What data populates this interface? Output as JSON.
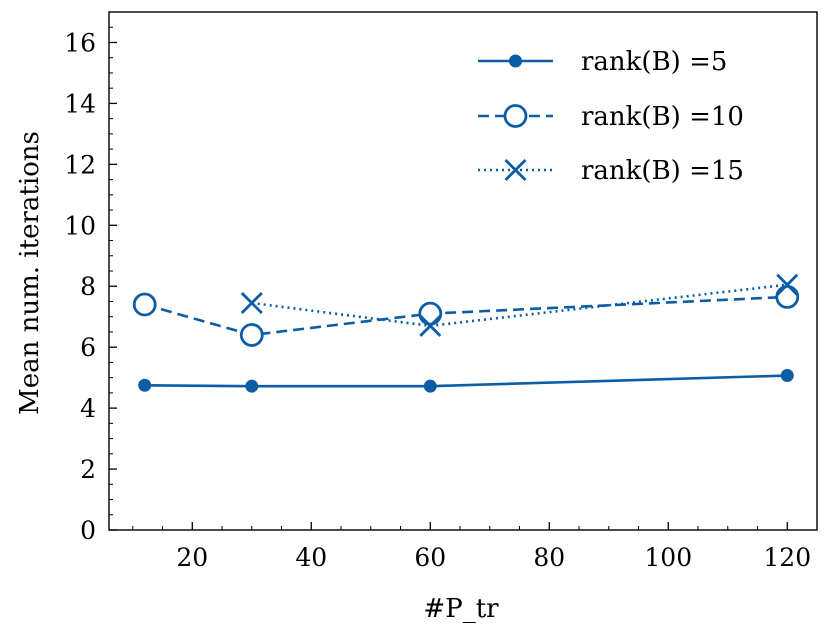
{
  "chart_data": {
    "type": "line",
    "xlabel": "#P_tr",
    "ylabel": "Mean num. iterations",
    "xlim": [
      6,
      125
    ],
    "ylim": [
      0,
      17
    ],
    "x_ticks": [
      20,
      40,
      60,
      80,
      100,
      120
    ],
    "y_ticks": [
      0,
      2,
      4,
      6,
      8,
      10,
      12,
      14,
      16
    ],
    "grid": false,
    "legend_position": "top-right",
    "color": "#0C5DA5",
    "series": [
      {
        "name": "rank(B) =5",
        "marker": "filled-circle",
        "linestyle": "solid",
        "x": [
          12,
          30,
          60,
          120
        ],
        "values": [
          4.75,
          4.72,
          4.72,
          5.07
        ]
      },
      {
        "name": "rank(B) =10",
        "marker": "open-circle",
        "linestyle": "dashed",
        "x": [
          12,
          30,
          60,
          120
        ],
        "values": [
          7.4,
          6.4,
          7.1,
          7.65
        ]
      },
      {
        "name": "rank(B) =15",
        "marker": "x",
        "linestyle": "dotted",
        "x": [
          30,
          60,
          120
        ],
        "values": [
          7.45,
          6.7,
          8.05
        ]
      }
    ]
  }
}
